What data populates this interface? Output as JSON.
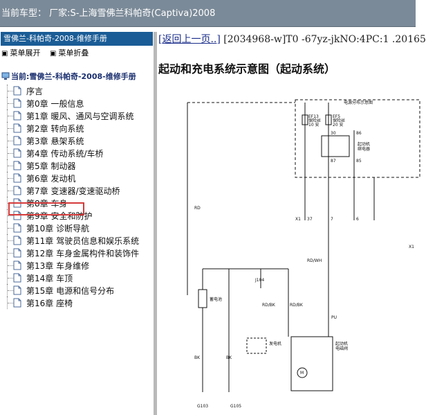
{
  "window": {
    "title": "当前车型： 厂家:S-上海雪佛兰科帕奇(Captiva)2008"
  },
  "sidebar": {
    "header": "雪佛兰-科帕奇-2008-维修手册",
    "expand_label": "菜单展开",
    "collapse_label": "菜单折叠",
    "root_label": "当前:雪佛兰-科帕奇-2008-维修手册",
    "items": [
      {
        "label": "序言"
      },
      {
        "label": "第0章 一般信息"
      },
      {
        "label": "第1章 暖风、通风与空调系统"
      },
      {
        "label": "第2章 转向系统"
      },
      {
        "label": "第3章 悬架系统"
      },
      {
        "label": "第4章 传动系统/车桥"
      },
      {
        "label": "第5章 制动器"
      },
      {
        "label": "第6章 发动机"
      },
      {
        "label": "第7章 变速器/变速驱动桥"
      },
      {
        "label": "第8章 车身"
      },
      {
        "label": "第9章 安全和防护"
      },
      {
        "label": "第10章 诊断导航"
      },
      {
        "label": "第11章 驾驶员信息和娱乐系统"
      },
      {
        "label": "第12章 车身金属构件和装饰件"
      },
      {
        "label": "第13章 车身维修"
      },
      {
        "label": "第14章 车顶"
      },
      {
        "label": "第15章 电源和信号分布"
      },
      {
        "label": "第16章 座椅"
      }
    ]
  },
  "content": {
    "back_link": "返回上一页..",
    "doc_code": "[2034968-w]T0 -67yz-jkNO:4PC:1 .20165",
    "title": "起动和充电系统示意图（起动系统）",
    "diagram": {
      "power_dist": "电源分布示意图",
      "ef13_a": "EF13",
      "ef13_b": "保险丝",
      "ef13_c": "10 安",
      "ef5_a": "EF5",
      "ef5_b": "保险丝",
      "ef5_c": "20 安",
      "relay_a": "起动机",
      "relay_b": "继电器",
      "p30": "30",
      "p86": "86",
      "p85": "85",
      "p87": "87",
      "x1": "X1",
      "x1_37": "37",
      "x1_7": "7",
      "x1_6": "6",
      "rd": "RD",
      "rdwh": "RD/WH",
      "j104": "J104",
      "rdbk_1": "RD/BK",
      "rdbk_2": "RD/BK",
      "battery": "蓄电池",
      "pu": "PU",
      "generator": "发电机",
      "starter_a": "起动机",
      "starter_b": "电磁阀",
      "m": "M",
      "bk_1": "BK",
      "bk_2": "BK",
      "g103": "G103",
      "g105": "G105",
      "x1_right": "X1"
    }
  }
}
